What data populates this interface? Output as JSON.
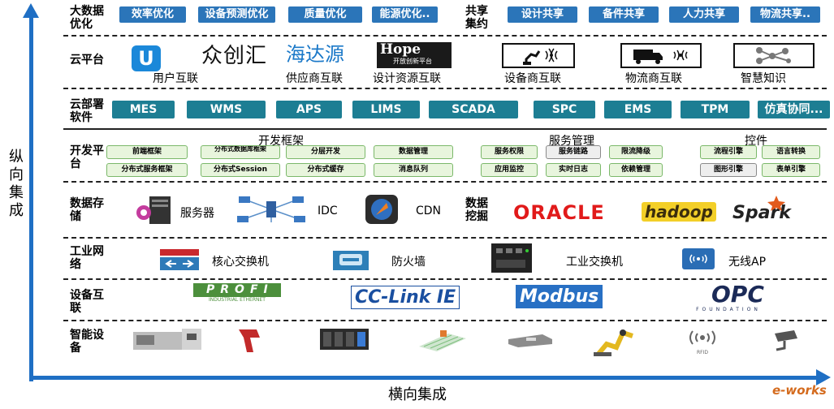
{
  "axes": {
    "vertical": "纵向集成",
    "horizontal": "横向集成"
  },
  "rows": {
    "bigdata": {
      "label": "大数据优化",
      "tags": [
        "效率优化",
        "设备预测优化",
        "质量优化",
        "能源优化.."
      ],
      "share_label": "共享集约",
      "share_tags": [
        "设计共享",
        "备件共享",
        "人力共享",
        "物流共享.."
      ]
    },
    "cloud": {
      "label": "云平台",
      "items": [
        {
          "logo": "U",
          "caption": "用户互联"
        },
        {
          "logo": "众创汇",
          "caption": "供应商互联"
        },
        {
          "logo": "海达源",
          "caption": "设计资源互联"
        },
        {
          "logo": "Hope",
          "logo_sub": "开放创新平台",
          "caption": ""
        },
        {
          "logo": "robot-arm-icon",
          "caption": "设备商互联"
        },
        {
          "logo": "truck-icon",
          "caption": "物流商互联"
        },
        {
          "logo": "knowledge-graph-icon",
          "caption": "智慧知识"
        }
      ]
    },
    "cloud_software": {
      "label": "云部署软件",
      "tags": [
        "MES",
        "WMS",
        "APS",
        "LIMS",
        "SCADA",
        "SPC",
        "EMS",
        "TPM",
        "仿真协同..."
      ]
    },
    "dev": {
      "label": "开发平台",
      "groups": [
        {
          "title": "开发框架",
          "items": [
            "前端框架",
            "分布式数据库框架",
            "分层开发",
            "数据管理",
            "分布式服务框架",
            "分布式Session",
            "分布式缓存",
            "消息队列"
          ]
        },
        {
          "title": "服务管理",
          "items": [
            "服务权限",
            "服务链路",
            "限流降级",
            "应用监控",
            "实时日志",
            "依赖管理"
          ]
        },
        {
          "title": "控件",
          "items": [
            "流程引擎",
            "语言转换",
            "图形引擎",
            "表单引擎"
          ]
        }
      ]
    },
    "storage": {
      "label": "数据存储",
      "items": [
        "服务器",
        "IDC",
        "CDN"
      ],
      "mining_label": "数据挖掘",
      "mining_items": [
        "ORACLE",
        "hadoop",
        "Spark"
      ]
    },
    "network": {
      "label": "工业网络",
      "items": [
        "核心交换机",
        "防火墙",
        "工业交换机",
        "无线AP"
      ]
    },
    "interconnect": {
      "label": "设备互联",
      "logos": [
        "PROFI NET",
        "INDUSTRIAL ETHERNET",
        "CC-Link IE",
        "Modbus",
        "OPC",
        "FOUNDATION"
      ]
    },
    "devices": {
      "label": "智能设备",
      "items": [
        "cnc-machine-icon",
        "barcode-scanner-icon",
        "plc-icon",
        "conveyor-icon",
        "agv-icon",
        "industrial-robot-icon",
        "RFID",
        "camera-icon"
      ]
    }
  },
  "watermark": "e-works",
  "colors": {
    "axis": "#1f6fc4",
    "tag_blue": "#2b75b9",
    "tag_teal": "#1d7e93",
    "pill_fill": "#e8f5dd",
    "pill_border": "#7bb86a"
  }
}
